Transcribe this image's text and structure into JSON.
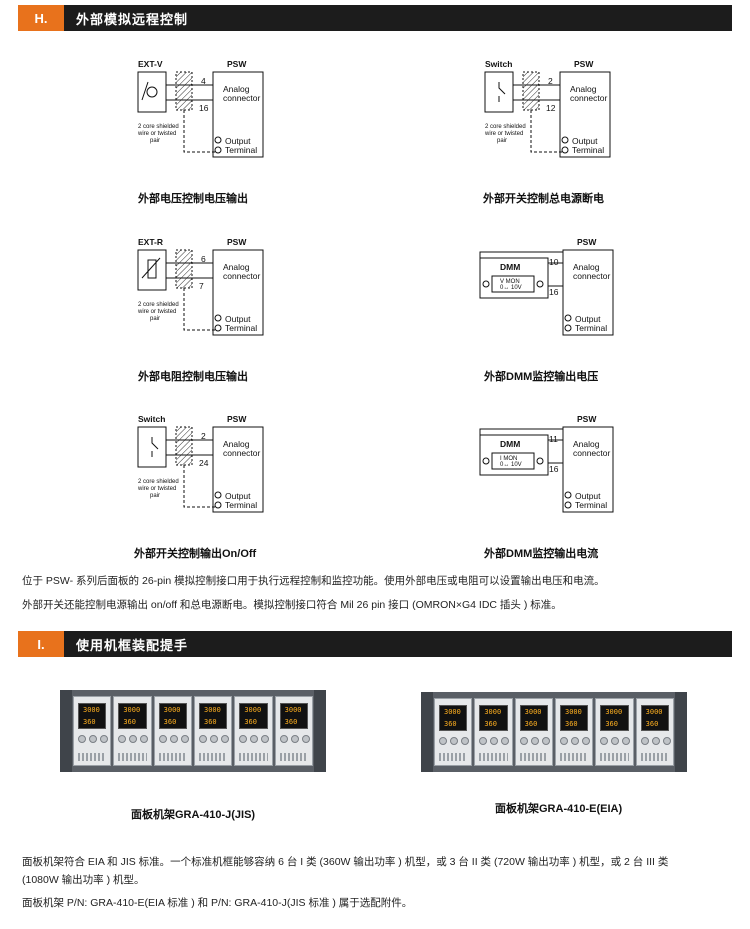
{
  "section_h": {
    "tag": "H.",
    "title": "外部模拟远程控制"
  },
  "section_i": {
    "tag": "I.",
    "title": "使用机框装配提手"
  },
  "common": {
    "psw": "PSW",
    "analog_1": "Analog",
    "analog_2": "connector",
    "cable_1": "2 core shielded",
    "cable_2": "wire or twisted",
    "cable_3": "pair",
    "output_1": "Output",
    "output_2": "Terminal",
    "dmm": "DMM",
    "to_10v": "0↔ 10V"
  },
  "diagrams": [
    {
      "source": "EXT-V",
      "pin_top": "4",
      "pin_bottom": "16",
      "caption": "外部电压控制电压输出"
    },
    {
      "source": "Switch",
      "pin_top": "2",
      "pin_bottom": "12",
      "caption": "外部开关控制总电源断电"
    },
    {
      "source": "EXT-R",
      "pin_top": "6",
      "pin_bottom": "7",
      "caption": "外部电阻控制电压输出"
    },
    {
      "source": "V MON",
      "pin_top": "10",
      "pin_bottom": "16",
      "caption": "外部DMM监控输出电压"
    },
    {
      "source": "Switch",
      "pin_top": "2",
      "pin_bottom": "24",
      "caption": "外部开关控制输出On/Off"
    },
    {
      "source": "I MON",
      "pin_top": "11",
      "pin_bottom": "16",
      "caption": "外部DMM监控输出电流"
    }
  ],
  "paragraphs_h": [
    "位于 PSW- 系列后面板的 26-pin 模拟控制接口用于执行远程控制和监控功能。使用外部电压或电阻可以设置输出电压和电流。",
    "外部开关还能控制电源输出 on/off 和总电源断电。模拟控制接口符合 Mil 26 pin 接口 (OMRON×G4 IDC 插头 ) 标准。"
  ],
  "racks": [
    {
      "caption": "面板机架GRA-410-J(JIS)",
      "display_v": "3000",
      "display_a": "360"
    },
    {
      "caption": "面板机架GRA-410-E(EIA)",
      "display_v": "3000",
      "display_a": "360"
    }
  ],
  "paragraphs_i": [
    "面板机架符合 EIA 和 JIS 标准。一个标准机框能够容纳 6 台 I 类 (360W 输出功率 ) 机型，或 3 台 II 类 (720W 输出功率 ) 机型，或 2 台 III 类",
    "(1080W 输出功率 ) 机型。",
    "面板机架 P/N: GRA-410-E(EIA 标准 ) 和 P/N: GRA-410-J(JIS 标准 ) 属于选配附件。"
  ]
}
